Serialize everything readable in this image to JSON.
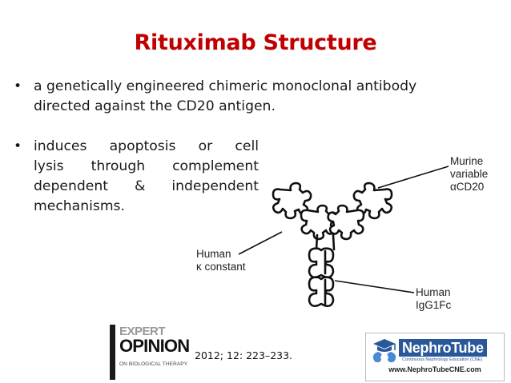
{
  "slide": {
    "title": "Rituximab Structure",
    "bullet_symbol": "•",
    "bullets": [
      {
        "lines": [
          "a genetically engineered chimeric monoclonal antibody",
          "directed against the CD20 antigen."
        ]
      },
      {
        "lines": [
          "induces apoptosis or cell",
          "lysis through complement",
          "dependent & independent",
          "mechanisms."
        ]
      }
    ]
  },
  "diagram": {
    "labels": {
      "murine": [
        "Murine",
        "variable",
        "αCD20"
      ],
      "kappa": [
        "Human",
        "κ constant"
      ],
      "igg": [
        "Human",
        "IgG1Fc"
      ]
    }
  },
  "footer": {
    "journal_logo": {
      "line1": "EXPERT",
      "line2": "OPINION",
      "line3": "ON BIOLOGICAL THERAPY"
    },
    "citation": "2012; 12: 223–233.",
    "nephrotube_logo": {
      "name": "NephroTube",
      "tagline": "Continuous Nephrology Education (CNE)",
      "url": "www.NephroTubeCNE.com"
    }
  },
  "colors": {
    "title": "#c00000",
    "nephrotube_blue": "#29589a"
  }
}
